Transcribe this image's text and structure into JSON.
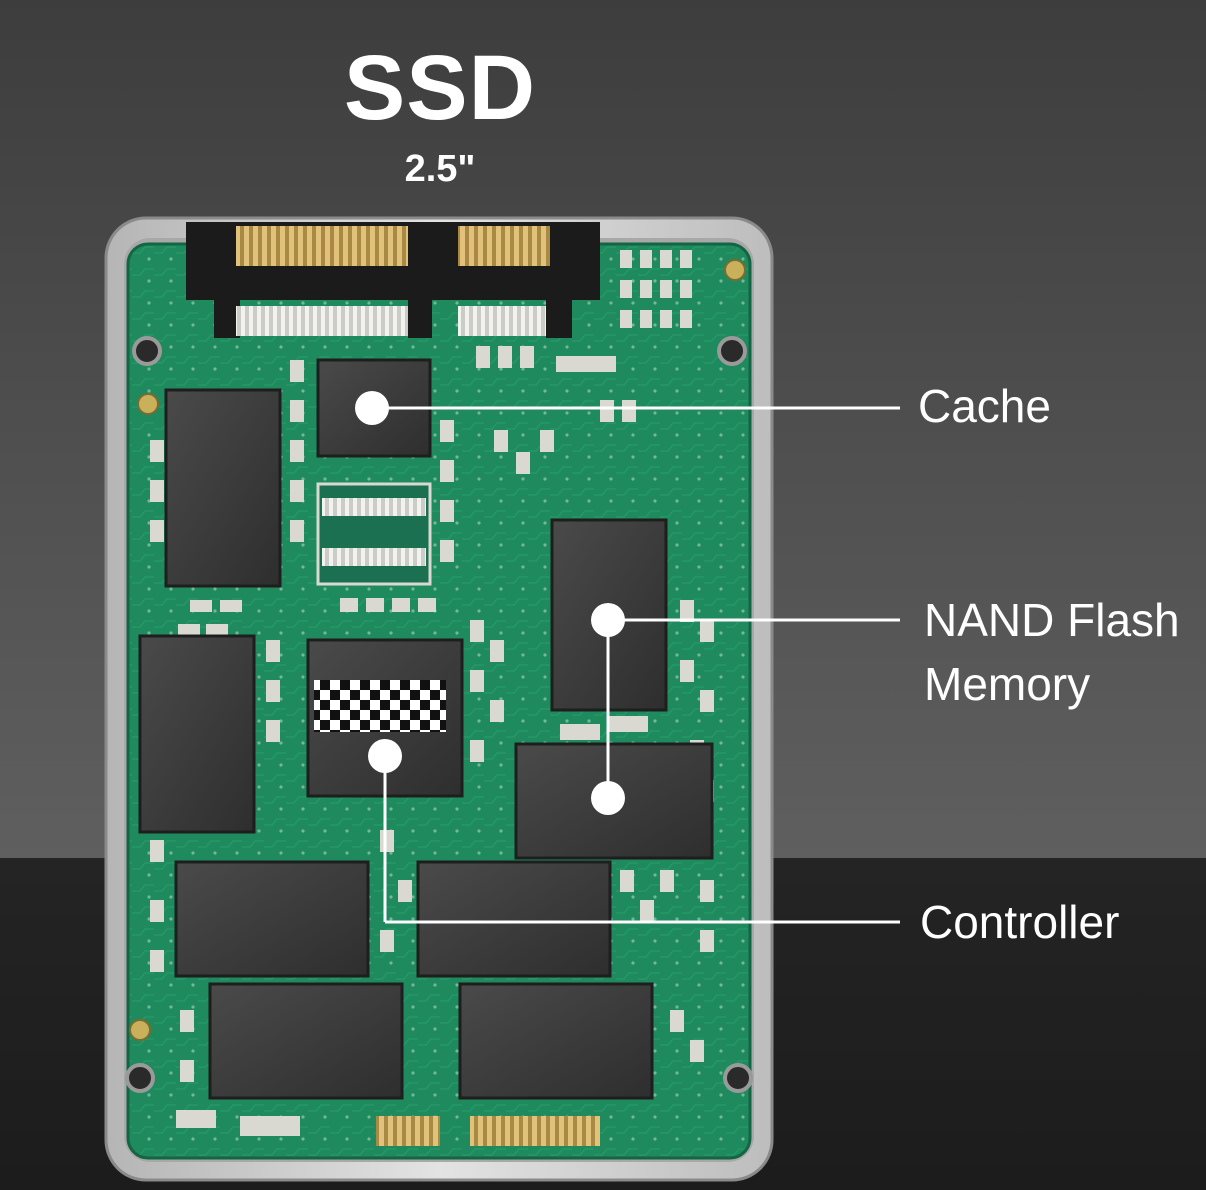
{
  "title": "SSD",
  "subtitle": "2.5\"",
  "callouts": {
    "cache": "Cache",
    "nand_line1": "NAND Flash",
    "nand_line2": "Memory",
    "controller": "Controller"
  },
  "colors": {
    "pcb": "#1e8a5e",
    "pcb_dark": "#146544",
    "chip": "#3f3f3f",
    "casing": "#c9c9c9",
    "gold": "#d9b56b",
    "callout": "#ffffff"
  }
}
